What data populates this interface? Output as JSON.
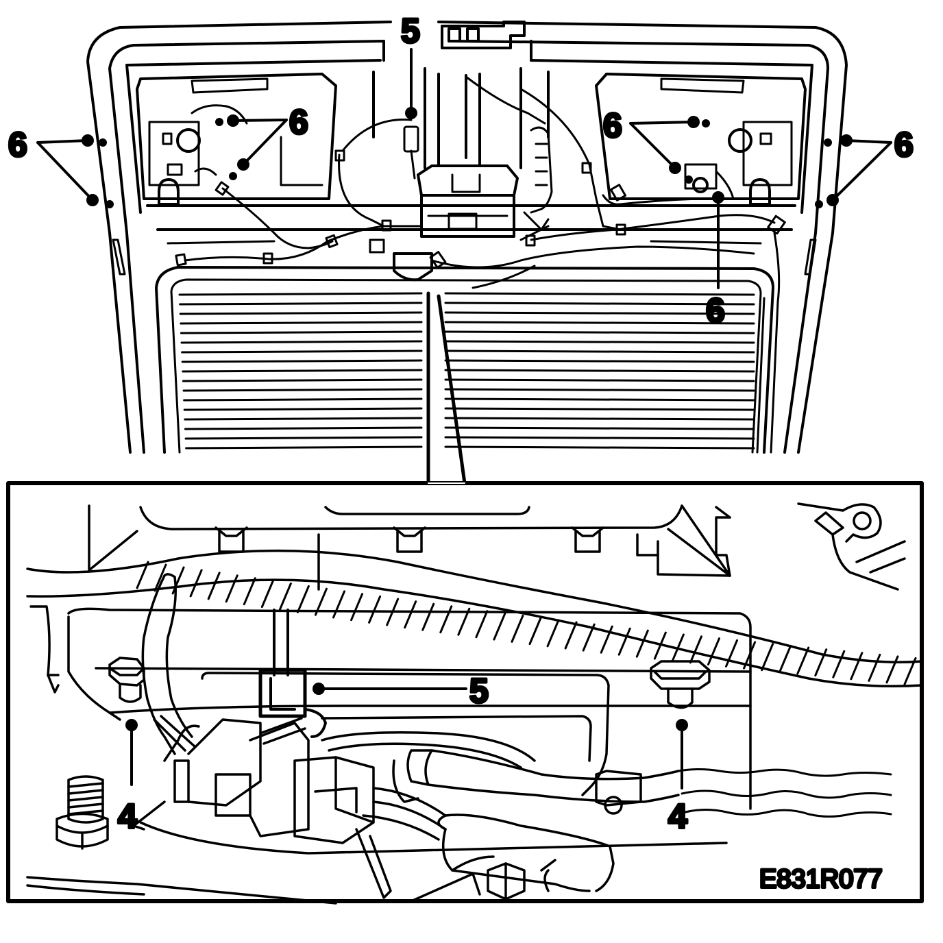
{
  "figure": {
    "reference_code": "E831R077",
    "callouts": {
      "part_4": "4",
      "part_5": "5",
      "part_6": "6"
    },
    "colors": {
      "line": "#000000",
      "background": "#ffffff"
    }
  }
}
